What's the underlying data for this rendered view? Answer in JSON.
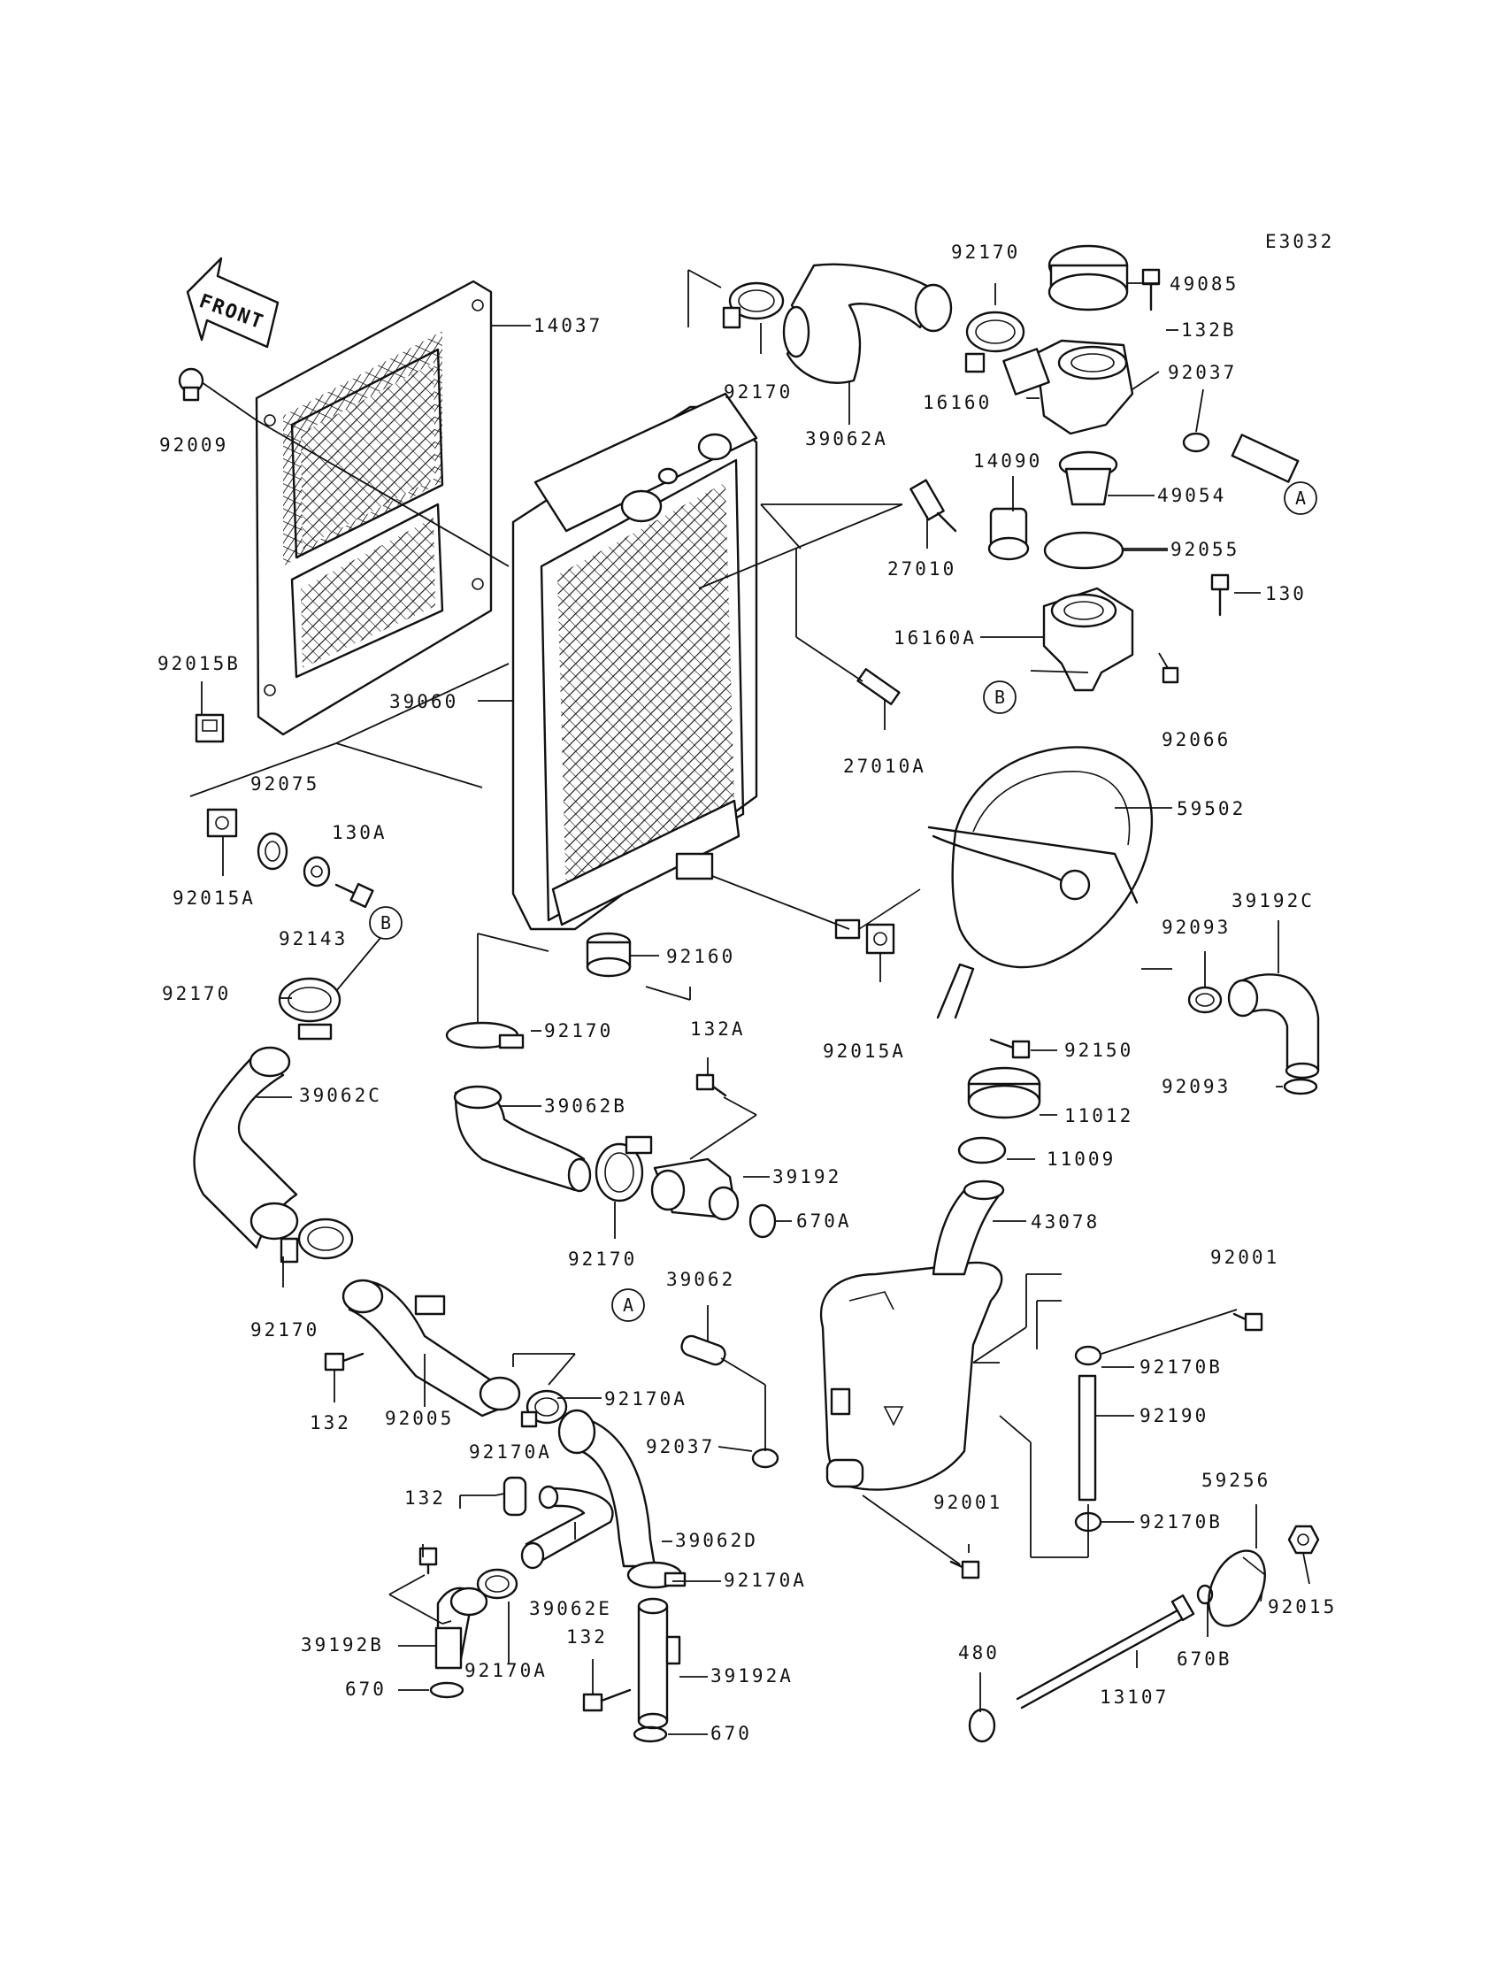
{
  "diagram_code": "E3032",
  "direction_label": "FRONT",
  "callouts": [
    "A",
    "B"
  ],
  "part_labels": {
    "p14037": "14037",
    "p92009": "92009",
    "p92015B": "92015B",
    "p39060": "39060",
    "p92075": "92075",
    "p130A": "130A",
    "p92015A_left": "92015A",
    "p92143": "92143",
    "p92170_left": "92170",
    "p39062C": "39062C",
    "p92170_lower_left": "92170",
    "p132_left": "132",
    "p92005": "92005",
    "p92170A_mid": "92170A",
    "p92170A_left": "92170A",
    "p132_lower": "132",
    "p39192B": "39192B",
    "p92170A_bottom": "92170A",
    "p670_left": "670",
    "p39062E": "39062E",
    "p132_bottom": "132",
    "p39062D": "39062D",
    "p92170A_d": "92170A",
    "p39192A": "39192A",
    "p670_bottom": "670",
    "p92170_top": "92170",
    "p39062A": "39062A",
    "p92170_top2": "92170",
    "p49085": "49085",
    "p132B": "132B",
    "p92037_top": "92037",
    "p16160": "16160",
    "p14090": "14090",
    "p49054": "49054",
    "p27010": "27010",
    "p92055": "92055",
    "p130": "130",
    "p16160A": "16160A",
    "p27010A": "27010A",
    "p92066": "92066",
    "p59502": "59502",
    "p39192C": "39192C",
    "p92093_a": "92093",
    "p92093_b": "92093",
    "p92160": "92160",
    "p92170_mid": "92170",
    "p92015A_mid": "92015A",
    "p92150": "92150",
    "p132A": "132A",
    "p11012": "11012",
    "p39062B": "39062B",
    "p39192": "39192",
    "p11009": "11009",
    "p670A": "670A",
    "p92170_c": "92170",
    "p43078": "43078",
    "p39062": "39062",
    "p92001_top": "92001",
    "p92170B_top": "92170B",
    "p92190": "92190",
    "p92037_mid": "92037",
    "p92001_bot": "92001",
    "p92170B_bot": "92170B",
    "p59256": "59256",
    "p92015": "92015",
    "p480": "480",
    "p670B": "670B",
    "p13107": "13107"
  }
}
